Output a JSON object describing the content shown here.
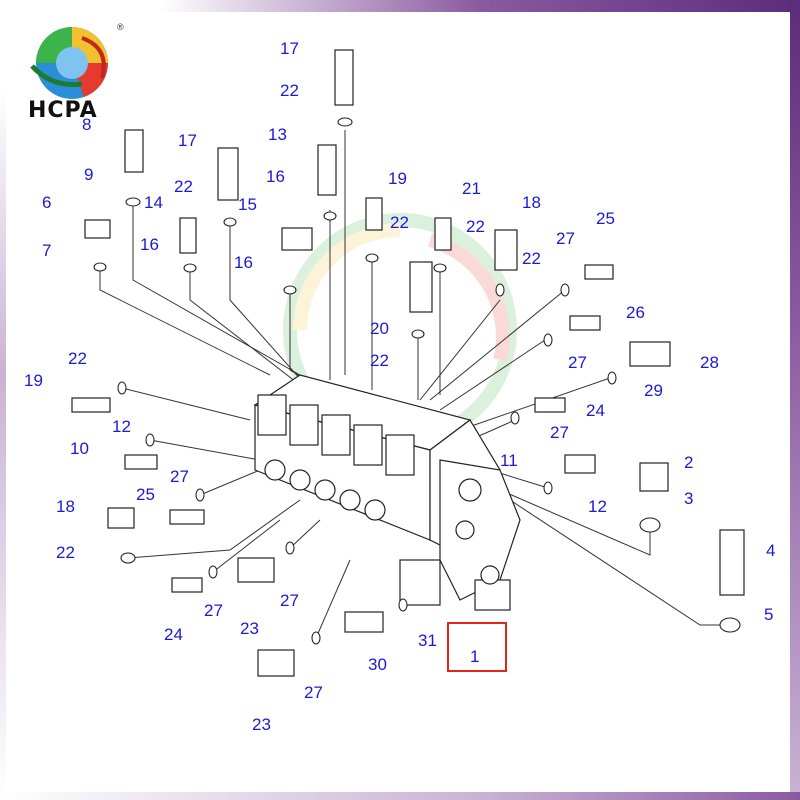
{
  "brand": {
    "name": "HCPA",
    "registered": "®"
  },
  "colors": {
    "label": "#1a1ad6",
    "highlight": "#e0261c",
    "frame": "#5b2d7a"
  },
  "callouts": {
    "c17a": "17",
    "c22a": "22",
    "c8": "8",
    "c17b": "17",
    "c13": "13",
    "c9": "9",
    "c14": "14",
    "c22b": "22",
    "c15": "15",
    "c16a": "16",
    "c19a": "19",
    "c21": "21",
    "c6": "6",
    "c22c": "22",
    "c22d": "22",
    "c18a": "18",
    "c25a": "25",
    "c27a": "27",
    "c7": "7",
    "c16b": "16",
    "c16c": "16",
    "c22e": "22",
    "c20": "20",
    "c22f": "22",
    "c26": "26",
    "c27b": "27",
    "c28": "28",
    "c22g": "22",
    "c19b": "19",
    "c29": "29",
    "c24a": "24",
    "c12a": "12",
    "c27c": "27",
    "c10": "10",
    "c27d": "27",
    "c11": "11",
    "c2": "2",
    "c25b": "25",
    "c12b": "12",
    "c3": "3",
    "c18b": "18",
    "c22h": "22",
    "c4": "4",
    "c24b": "24",
    "c27e": "27",
    "c23a": "23",
    "c27f": "27",
    "c5": "5",
    "c31": "31",
    "c1": "1",
    "c30": "30",
    "c27g": "27",
    "c23b": "23"
  }
}
